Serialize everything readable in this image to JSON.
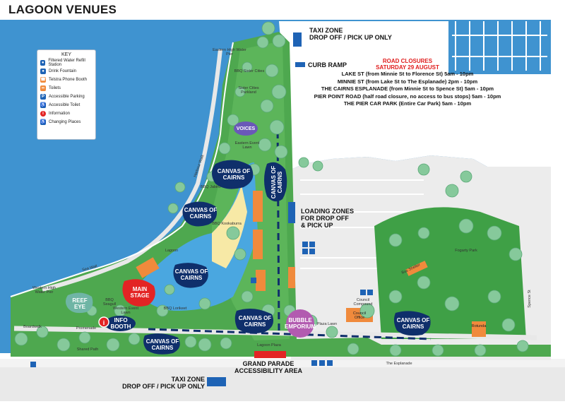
{
  "title": "LAGOON VENUES",
  "colors": {
    "water": "#3f93d0",
    "lagoon": "#4aa7e0",
    "park": "#3fa046",
    "park_light": "#5cb55a",
    "tree": "#79c28f",
    "road": "#e6e6e6",
    "venue_navy": "#0f2f6b",
    "venue_red": "#e32424",
    "venue_purple": "#6a58b8",
    "venue_pink": "#b25bb0",
    "venue_teal": "#6fb5a5",
    "zone_blue": "#1e63b5",
    "building": "#f08a3c",
    "closure_red": "#e01c1c"
  },
  "key": {
    "heading": "KEY",
    "items": [
      {
        "icon": "water-drop-icon",
        "label": "Filtered Water Refill Station"
      },
      {
        "icon": "drink-fountain-icon",
        "label": "Drink Fountain"
      },
      {
        "icon": "phone-icon",
        "label": "Telstra Phone Booth"
      },
      {
        "icon": "toilets-icon",
        "label": "Toilets"
      },
      {
        "icon": "accessible-parking-icon",
        "label": "Accessible Parking"
      },
      {
        "icon": "accessible-toilet-icon",
        "label": "Accessible Toilet"
      },
      {
        "icon": "information-icon",
        "label": "Information"
      },
      {
        "icon": "changing-places-icon",
        "label": "Changing Places"
      }
    ]
  },
  "zones": {
    "taxi_top": [
      "TAXI ZONE",
      "DROP OFF / PICK UP ONLY"
    ],
    "curb_ramp": "CURB RAMP",
    "loading": [
      "LOADING ZONES",
      "FOR DROP OFF",
      "& PICK UP"
    ],
    "accessibility": [
      "GRAND PARADE",
      "ACCESSIBILITY AREA"
    ],
    "taxi_bottom": [
      "TAXI ZONE",
      "DROP OFF / PICK UP ONLY"
    ]
  },
  "closures": {
    "heading": "ROAD CLOSURES",
    "date": "SATURDAY 29 AUGUST",
    "lines": [
      "LAKE ST (from Minnie St to Florence St) 5am - 10pm",
      "MINNIE ST (from Lake St to The Esplanade) 2pm - 10pm",
      "THE CAIRNS ESPLANADE (from Minnie St to Spence St) 5am - 10pm",
      "PIER POINT ROAD (half road closure, no access to bus stops) 5am - 10pm",
      "THE PIER CAR PARK (Entire Car Park) 5am - 10pm"
    ]
  },
  "venues": {
    "voices": "VOICES",
    "canvas": "CANVAS OF CAIRNS",
    "main_stage": "MAIN STAGE",
    "reef_eye": "REEF EYE",
    "info_booth": "INFO BOOTH",
    "bubble_emporium": "BUBBLE EMPORIUM"
  },
  "places": {
    "eastern_pier": "Eastern High Water Pier",
    "bbq_sister": "BBQ Sister Cities",
    "sister_parkland": "Sister Cities Parkland",
    "eastern_lawn": "Eastern Event Lawn",
    "harbour_walk": "Harbour Walk",
    "bbq_jabiru": "BBQ Jabiru",
    "bbq_kookaburra": "BBQ Kookaburra",
    "lagoon": "Lagoon",
    "sea_wall": "Sea Wall",
    "western_pier": "Western High Water Pier",
    "bbq_seagull": "BBQ Seagull",
    "western_lawn": "Western Event Lawn",
    "bbq_lorikeet": "BBQ Lorikeet",
    "boardwalk": "Boardwalk",
    "promenade": "Promenade",
    "shared_path": "Shared Path",
    "lagoon_plaza": "Lagoon Plaza",
    "plaza_lawn": "Plaza Lawn",
    "council_compound": "Council Compound",
    "council_office": "Council Office",
    "fogarty_park": "Fogarty Park",
    "bus_shelter": "Bus Shelter",
    "rotunda": "Rotunda",
    "spence_st": "Spence St",
    "the_esplanade": "The Esplanade"
  }
}
